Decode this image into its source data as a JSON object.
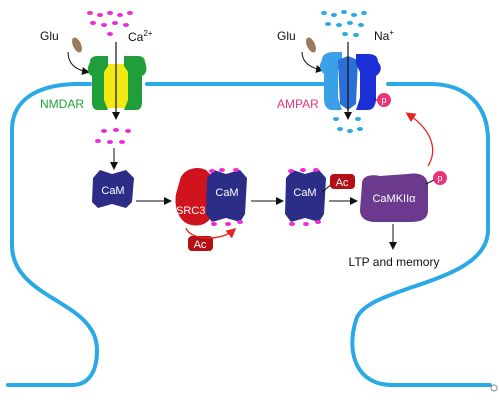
{
  "labels": {
    "glu_left": "Glu",
    "ca": "Ca",
    "ca_sup": "2+",
    "glu_right": "Glu",
    "na": "Na",
    "na_sup": "+",
    "nmdar": "NMDAR",
    "ampar": "AMPAR",
    "cam_1": "CaM",
    "cam_2": "CaM",
    "cam_3": "CaM",
    "src3": "SRC3",
    "ac_1": "Ac",
    "ac_2": "Ac",
    "camkii": "CaMKIIα",
    "p_ampar": "p",
    "p_camkii": "p",
    "ltp": "LTP and memory"
  },
  "colors": {
    "membrane": "#29a9e6",
    "nmdar_green": "#1f9e3a",
    "nmdar_yellow": "#f2ea12",
    "ampar_blue": "#1a2fd6",
    "ampar_light": "#3aa0e8",
    "calcium": "#ee2bd6",
    "sodium": "#29a9e6",
    "glutamate": "#9b7a5a",
    "cam": "#2b2d86",
    "src3": "#d0141e",
    "ac": "#b30f14",
    "camkii": "#6b3a8e",
    "phospho": "#e8347a",
    "nmdar_text": "#1fa33a",
    "ampar_text": "#e8347a",
    "red_arrow": "#e8241e"
  }
}
